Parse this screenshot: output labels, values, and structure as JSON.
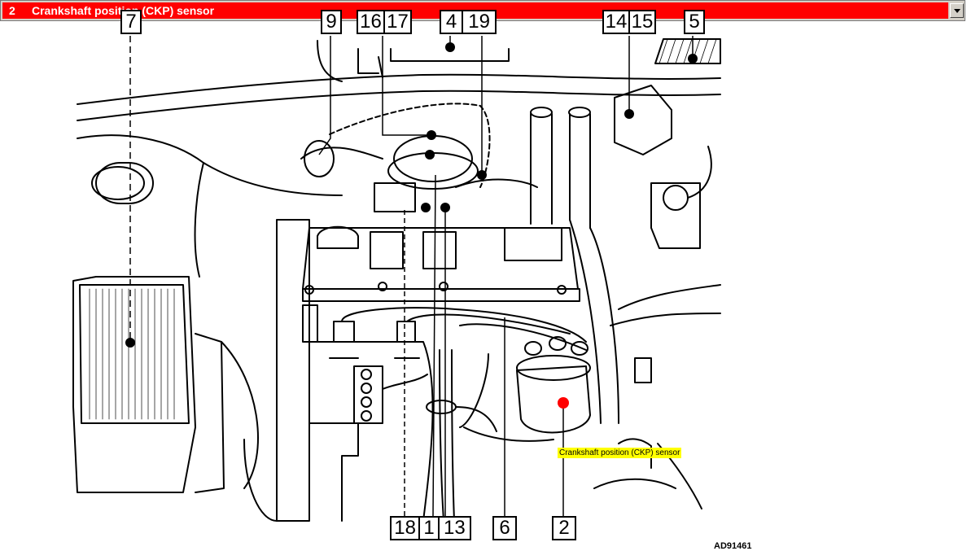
{
  "selector": {
    "number": "2",
    "title": "Crankshaft position (CKP) sensor"
  },
  "highlight": {
    "label": "Crankshaft position (CKP) sensor",
    "marker_color": "#ff0000",
    "label_bg": "#ffff00"
  },
  "colors": {
    "selector_bg": "#ff0000",
    "line": "#000000"
  },
  "callouts": {
    "top": [
      "7",
      "9",
      "16",
      "17",
      "4",
      "19",
      "14",
      "15",
      "5"
    ],
    "bottom": [
      "18",
      "1",
      "13",
      "6",
      "2"
    ]
  },
  "figure_ref": "AD91461",
  "icons": {
    "dropdown": "chevron-down-icon"
  }
}
